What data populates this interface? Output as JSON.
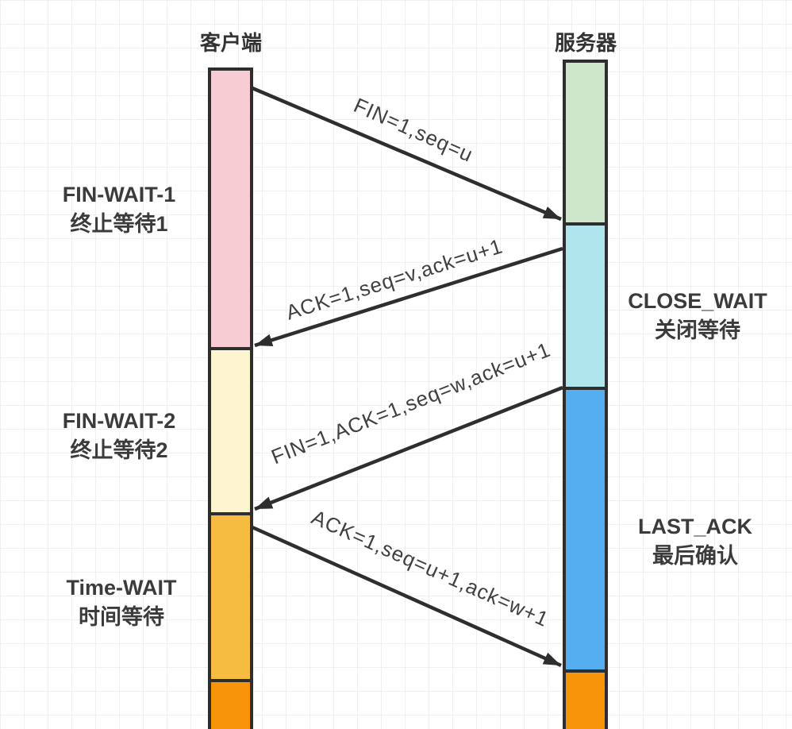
{
  "colors": {
    "stroke": "#2e2e2e",
    "text": "#3b3b3b",
    "client_segments": [
      "#f8ccd3",
      "#fdf5cf",
      "#f6bc42",
      "#f8940a"
    ],
    "server_segments": [
      "#cee6c9",
      "#b0e5ee",
      "#54aef0",
      "#f8940a"
    ]
  },
  "lifelines": {
    "client": {
      "title": "客户端"
    },
    "server": {
      "title": "服务器"
    }
  },
  "state_labels": {
    "left": [
      {
        "en": "FIN-WAIT-1",
        "zh": "终止等待1"
      },
      {
        "en": "FIN-WAIT-2",
        "zh": "终止等待2"
      },
      {
        "en": "Time-WAIT",
        "zh": "时间等待"
      }
    ],
    "right": [
      {
        "en": "CLOSE_WAIT",
        "zh": "关闭等待"
      },
      {
        "en": "LAST_ACK",
        "zh": "最后确认"
      }
    ]
  },
  "messages": [
    {
      "label": "FIN=1,seq=u",
      "from": "client",
      "to": "server"
    },
    {
      "label": "ACK=1,seq=v,ack=u+1",
      "from": "server",
      "to": "client"
    },
    {
      "label": "FIN=1,ACK=1,seq=w,ack=u+1",
      "from": "server",
      "to": "client"
    },
    {
      "label": "ACK=1,seq=u+1,ack=w+1",
      "from": "client",
      "to": "server"
    }
  ]
}
